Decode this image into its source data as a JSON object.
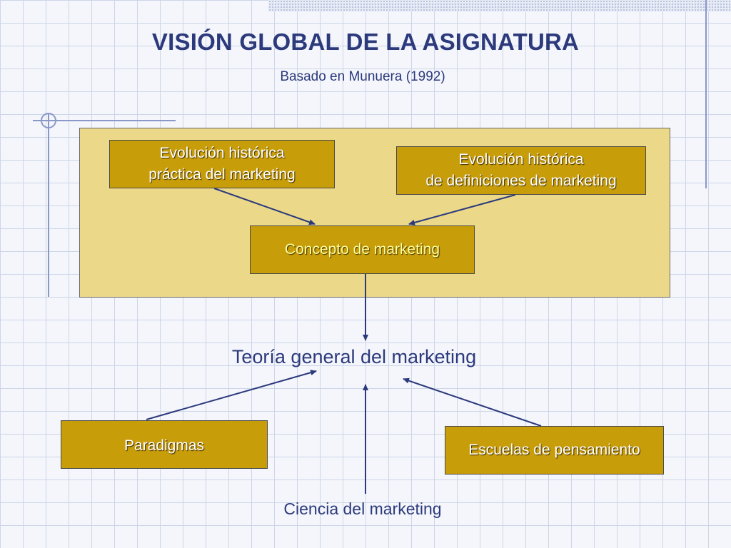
{
  "slide": {
    "title": "VISIÓN GLOBAL DE LA ASIGNATURA",
    "subtitle": "Basado en Munuera (1992)"
  },
  "diagram": {
    "box_historica_practica": [
      "Evolución histórica",
      "práctica del marketing"
    ],
    "box_historica_definiciones": [
      "Evolución histórica",
      "de definiciones de marketing"
    ],
    "box_concepto": "Concepto de marketing",
    "label_teoria": "Teoría general del marketing",
    "box_paradigmas": "Paradigmas",
    "box_escuelas": "Escuelas de pensamiento",
    "label_ciencia": "Ciencia del marketing"
  },
  "colors": {
    "panel_fill": "#ebd889",
    "box_fill": "#c89d0a",
    "title_text": "#2c3a7c",
    "arrow": "#2c3a7c"
  }
}
